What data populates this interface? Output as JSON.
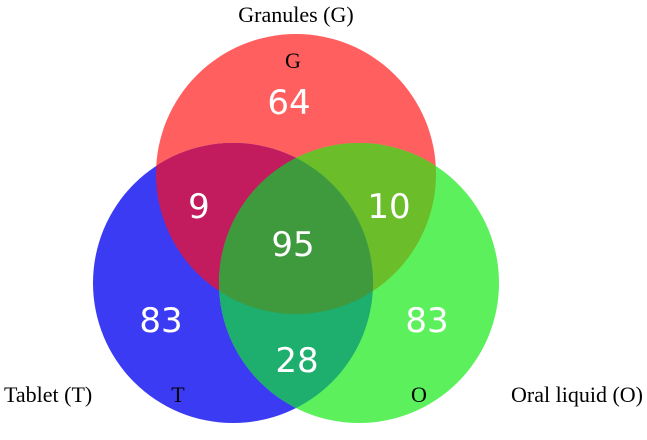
{
  "sets": {
    "granules": {
      "title": "Granules (G)",
      "letter": "G",
      "color": "#ff5a5a"
    },
    "tablet": {
      "title": "Tablet (T)",
      "letter": "T",
      "color": "#3a3af5"
    },
    "oral": {
      "title": "Oral liquid (O)",
      "letter": "O",
      "color": "#4cf04c"
    }
  },
  "regions": {
    "g_only": "64",
    "g_t": "9",
    "g_o": "10",
    "g_t_o": "95",
    "t_only": "83",
    "o_only": "83",
    "t_o": "28"
  }
}
